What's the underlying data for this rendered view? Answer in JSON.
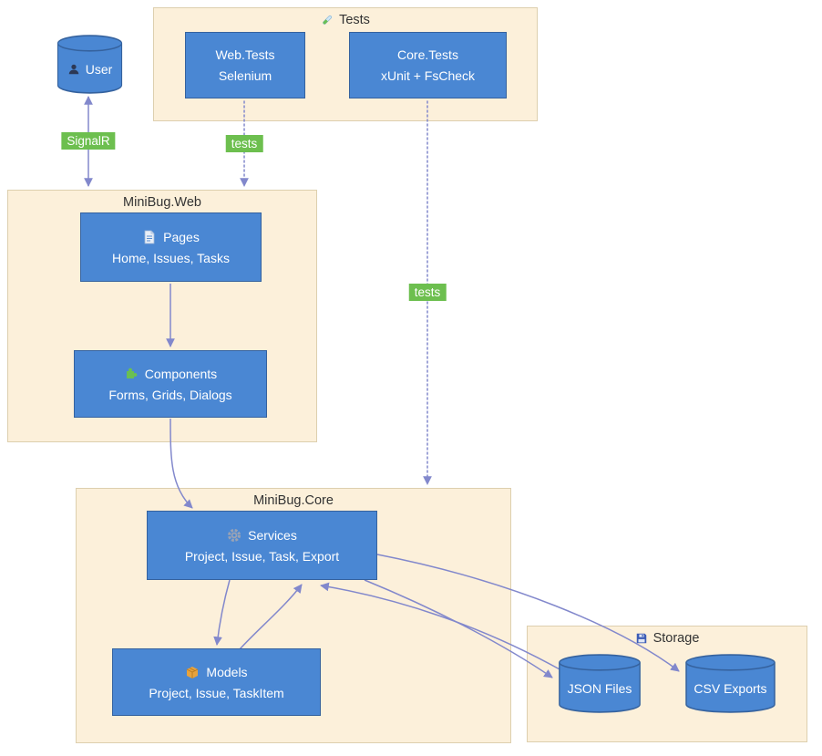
{
  "containers": {
    "tests": {
      "title": "Tests"
    },
    "web": {
      "title": "MiniBug.Web"
    },
    "core": {
      "title": "MiniBug.Core"
    },
    "storage": {
      "title": "Storage"
    }
  },
  "nodes": {
    "web_tests": {
      "title": "Web.Tests",
      "subtitle": "Selenium"
    },
    "core_tests": {
      "title": "Core.Tests",
      "subtitle": "xUnit + FsCheck"
    },
    "user": {
      "label": "User"
    },
    "pages": {
      "title": "Pages",
      "subtitle": "Home, Issues, Tasks"
    },
    "components": {
      "title": "Components",
      "subtitle": "Forms, Grids, Dialogs"
    },
    "services": {
      "title": "Services",
      "subtitle": "Project, Issue, Task, Export"
    },
    "models": {
      "title": "Models",
      "subtitle": "Project, Issue, TaskItem"
    },
    "json_files": {
      "label": "JSON Files"
    },
    "csv_exports": {
      "label": "CSV Exports"
    }
  },
  "edge_labels": {
    "signalr": "SignalR",
    "tests_web": "tests",
    "tests_core": "tests"
  },
  "icons": {
    "tests": "test-tube-icon",
    "user": "user-icon",
    "pages": "page-icon",
    "components": "puzzle-icon",
    "services": "gear-icon",
    "models": "package-icon",
    "storage": "floppy-icon"
  },
  "colors": {
    "node_fill": "#4a87d3",
    "node_border": "#35629e",
    "node_text": "#ffffff",
    "container_fill": "#fcf0da",
    "container_border": "#ddcfae",
    "edge": "#8288cc",
    "edge_label_bg": "#6dbf4f",
    "edge_label_text": "#ffffff",
    "title_text": "#333333"
  }
}
